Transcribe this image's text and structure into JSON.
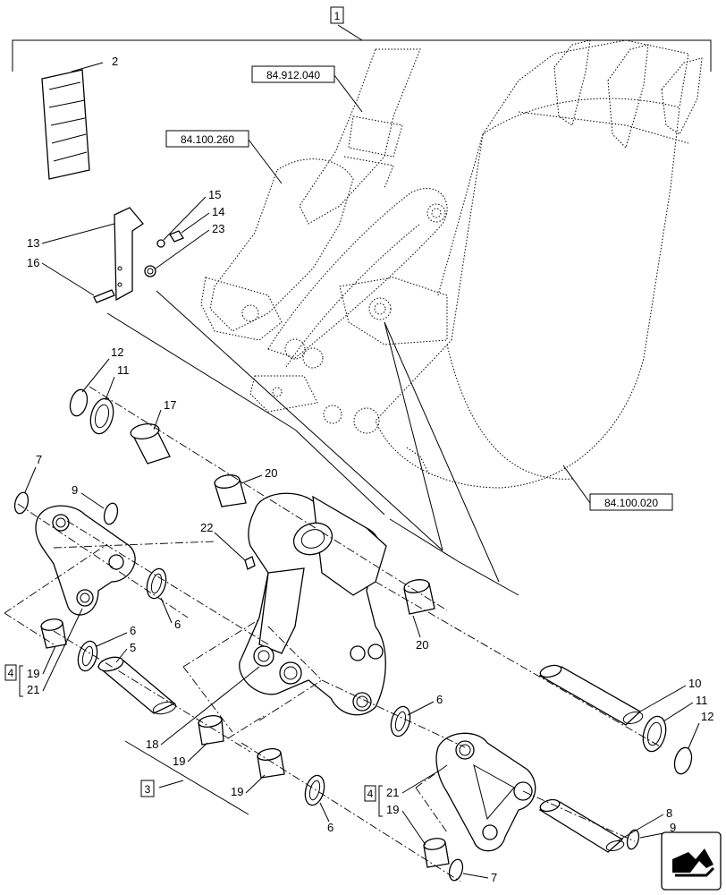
{
  "diagram": {
    "reference_boxes": [
      "84.912.040",
      "84.100.260",
      "84.100.020"
    ],
    "group_boxes": [
      "1",
      "3",
      "4",
      "4"
    ],
    "item_numbers": [
      "2",
      "15",
      "14",
      "23",
      "13",
      "16",
      "12",
      "11",
      "17",
      "7",
      "9",
      "20",
      "22",
      "6",
      "6",
      "5",
      "19",
      "21",
      "18",
      "19",
      "19",
      "6",
      "20",
      "6",
      "10",
      "11",
      "12",
      "21",
      "19",
      "8",
      "9",
      "7"
    ]
  },
  "icons": {
    "corner_badge": "next-page-arrow-icon"
  }
}
